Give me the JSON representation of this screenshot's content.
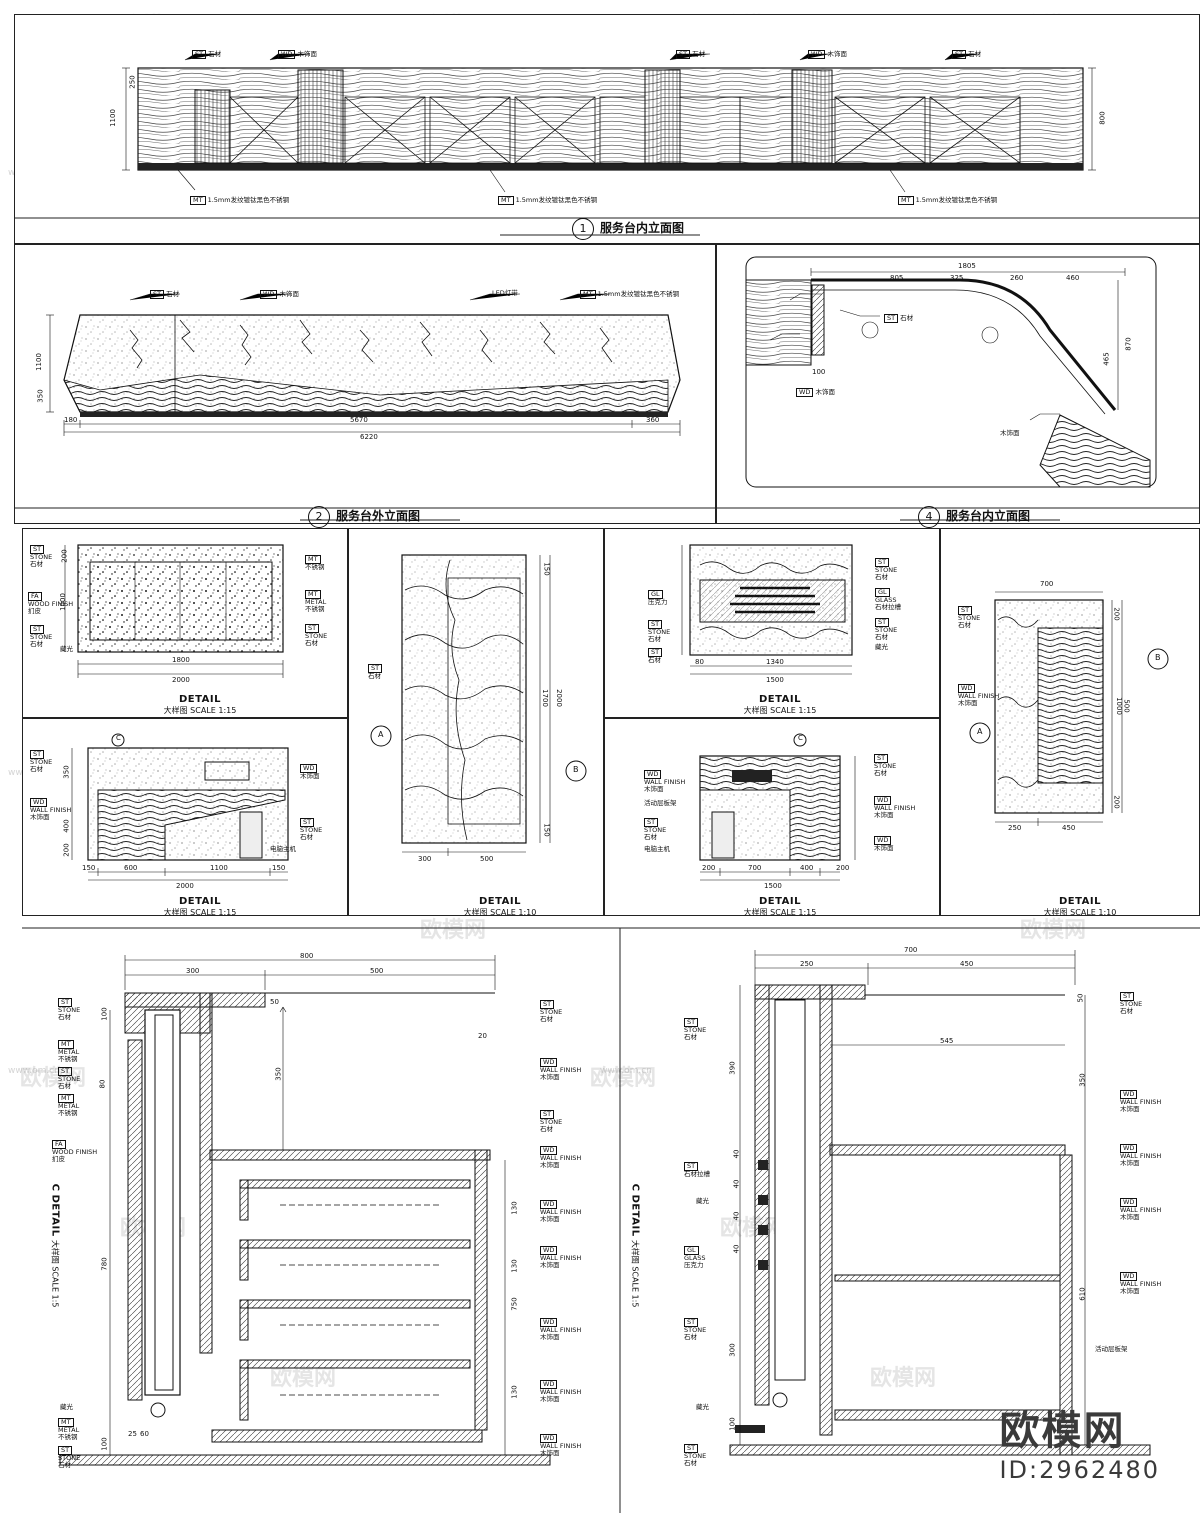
{
  "watermark": {
    "text": "欧模网",
    "url": "www.om.cn"
  },
  "brand": {
    "name": "欧模网",
    "id": "ID:2962480"
  },
  "titles": {
    "elev1": {
      "num": "1",
      "text": "服务台内立面图"
    },
    "elev2": {
      "num": "2",
      "text": "服务台外立面图"
    },
    "elev4": {
      "num": "4",
      "text": "服务台内立面图"
    }
  },
  "details": {
    "label": "DETAIL",
    "scale_15": "大样图  SCALE 1:15",
    "scale_110": "大样图  SCALE 1:10",
    "markA": "A",
    "markB": "B",
    "markC": "C"
  },
  "section_c": {
    "mark": "C",
    "label": "DETAIL",
    "scale": "大样图  SCALE 1:5"
  },
  "materials": {
    "stone_code": "ST",
    "stone_en": "STONE",
    "stone_cn": "石材",
    "metal_code": "MT",
    "metal_en": "METAL",
    "metal_cn": "不锈钢",
    "wood_code": "FA",
    "wood_en": "WOOD FINISH",
    "wood_cn": "扪皮",
    "wall_code": "WD",
    "wall_en": "WALL FINISH",
    "wall_cn": "木饰面",
    "glass_code": "GL",
    "glass_en": "GLASS",
    "glass_cn": "压克力",
    "hidden_light": "藏光",
    "led": "LED灯带",
    "steel_note": "1.5mm发纹镀钛黑色不锈钢",
    "pos": "电脑主机",
    "drawer": "活动层板架",
    "stone_pull": "石材拉槽"
  },
  "dims_elev2": {
    "d1": "1100",
    "d2": "350",
    "d3": "180",
    "d4": "5670",
    "d5": "6220",
    "d6": "360"
  },
  "dims_elev4": {
    "d1": "1805",
    "d2": "805",
    "d3": "325",
    "d4": "260",
    "d5": "460",
    "d6": "870",
    "d7": "465",
    "d8": "100"
  },
  "dims_elev1": {
    "h1": "1100",
    "h2": "800",
    "h3": "250"
  },
  "dims_detA1": {
    "w1": "1800",
    "w2": "2000",
    "h1": "1000",
    "h2": "200"
  },
  "dims_detB1": {
    "w1": "150",
    "w2": "600",
    "w3": "1100",
    "w4": "150",
    "w5": "2000",
    "h1": "350",
    "h2": "400",
    "h3": "200"
  },
  "dims_detD1": {
    "w1": "300",
    "w2": "500",
    "h1": "1700",
    "h2": "2000",
    "h3": "150",
    "h4": "150"
  },
  "dims_detA2": {
    "w1": "1340",
    "w2": "1500",
    "w3": "80"
  },
  "dims_detB2": {
    "w1": "200",
    "w2": "700",
    "w3": "400",
    "w4": "200",
    "w5": "1500"
  },
  "dims_detD2": {
    "w1": "700",
    "w2": "250",
    "w3": "450",
    "h1": "200",
    "h2": "1000",
    "h3": "200",
    "h4": "500"
  },
  "dims_secL": {
    "w1": "800",
    "w2": "300",
    "w3": "500",
    "h1": "350",
    "h2": "780",
    "h3": "750",
    "h4": "100",
    "h5": "80",
    "h6": "130",
    "h7": "60",
    "h8": "25",
    "h9": "20",
    "h10": "50"
  },
  "dims_secR": {
    "w1": "700",
    "w2": "250",
    "w3": "450",
    "w4": "545",
    "h1": "350",
    "h2": "390",
    "h3": "610",
    "h4": "300",
    "h5": "40",
    "h6": "50",
    "h7": "100"
  }
}
